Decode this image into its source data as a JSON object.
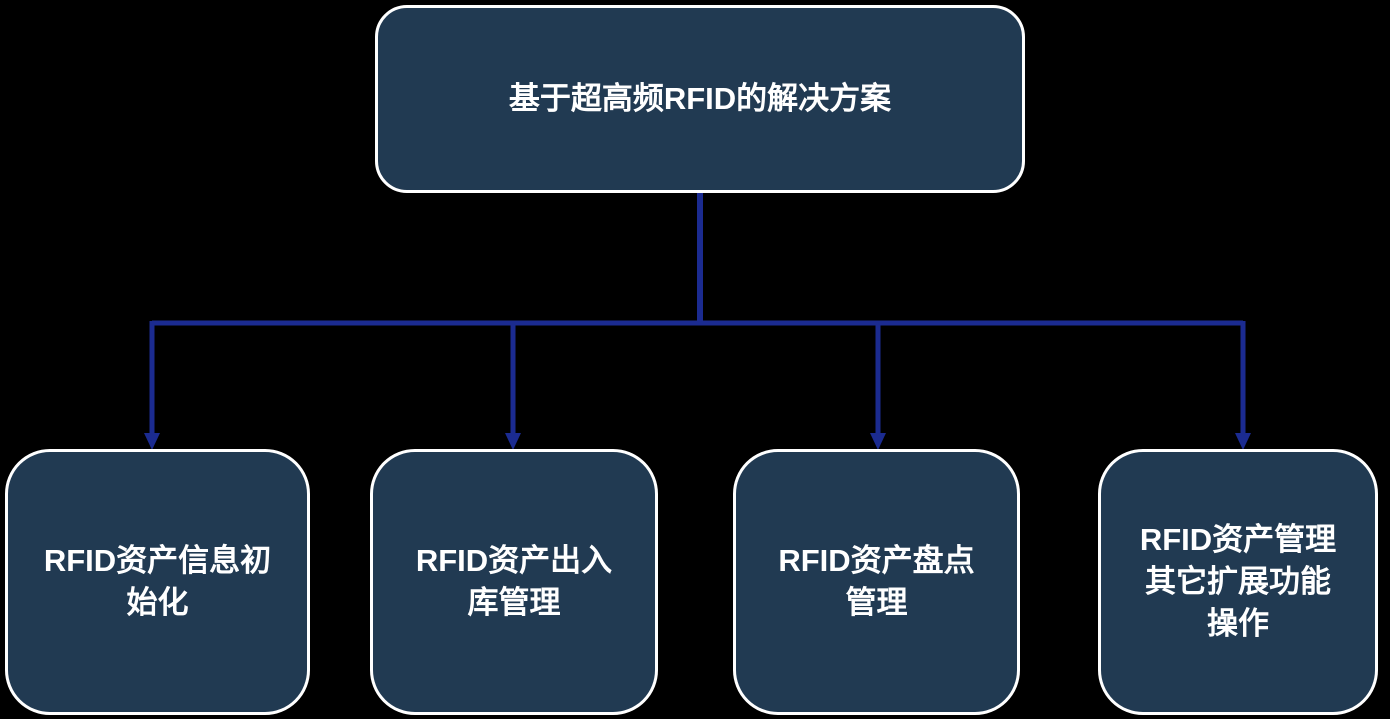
{
  "diagram": {
    "title": "基于超高频RFID的解决方案",
    "root": {
      "label": "基于超高频RFID的解决方案"
    },
    "children": [
      {
        "label": "RFID资产信息初始化",
        "lines": [
          "RFID资产信息初",
          "始化"
        ]
      },
      {
        "label": "RFID资产出入库管理",
        "lines": [
          "RFID资产出入",
          "库管理"
        ]
      },
      {
        "label": "RFID资产盘点管理",
        "lines": [
          "RFID资产盘点",
          "管理"
        ]
      },
      {
        "label": "RFID资产管理其它扩展功能操作",
        "lines": [
          "RFID资产管理",
          "其它扩展功能",
          "操作"
        ]
      }
    ],
    "colors": {
      "background": "#000000",
      "node_fill": "#213a52",
      "node_border": "#ffffff",
      "node_text": "#ffffff",
      "connector": "#1b2b90"
    }
  }
}
